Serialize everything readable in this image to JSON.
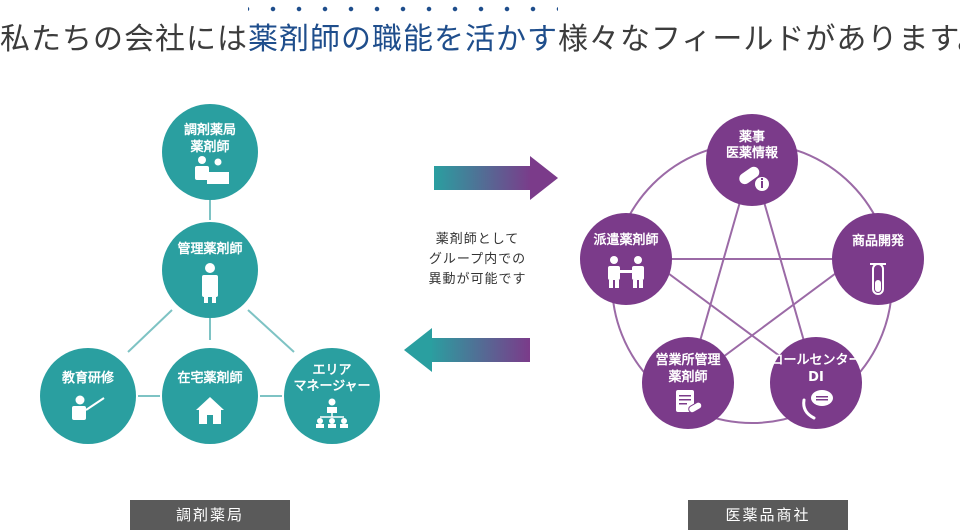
{
  "headline": {
    "pre": "私たちの会社には",
    "highlight": "薬剤師の職能を活かす",
    "post": "様々なフィールドがあります。"
  },
  "colors": {
    "teal": "#2a9fa0",
    "purple": "#7b3b8a",
    "teal_line": "#7ec3c4",
    "purple_line": "#9b6aa6",
    "label_bg": "#5a5a5a"
  },
  "left_nodes": {
    "top": {
      "line1": "調剤薬局",
      "line2": "薬剤師",
      "icon": "pharmacist-counter-icon"
    },
    "middle": {
      "line1": "管理薬剤師",
      "icon": "pharmacist-person-icon"
    },
    "bottom_left": {
      "line1": "教育研修",
      "icon": "teacher-icon"
    },
    "bottom_center": {
      "line1": "在宅薬剤師",
      "icon": "house-icon"
    },
    "bottom_right": {
      "line1": "エリア",
      "line2": "マネージャー",
      "icon": "org-chart-icon"
    }
  },
  "center_text": {
    "line1": "薬剤師として",
    "line2": "グループ内での",
    "line3": "異動が可能です"
  },
  "right_nodes": {
    "top": {
      "line1": "薬事",
      "line2": "医薬情報",
      "icon": "capsule-info-icon"
    },
    "right": {
      "line1": "商品開発",
      "icon": "test-tube-icon"
    },
    "bottom_right": {
      "line1": "コールセンター",
      "line2": "DI",
      "icon": "phone-chat-icon"
    },
    "bottom_left": {
      "line1": "営業所管理",
      "line2": "薬剤師",
      "icon": "document-pill-icon"
    },
    "left": {
      "line1": "派遣薬剤師",
      "icon": "handshake-icon"
    }
  },
  "labels": {
    "left": "調剤薬局",
    "right": "医薬品商社"
  }
}
